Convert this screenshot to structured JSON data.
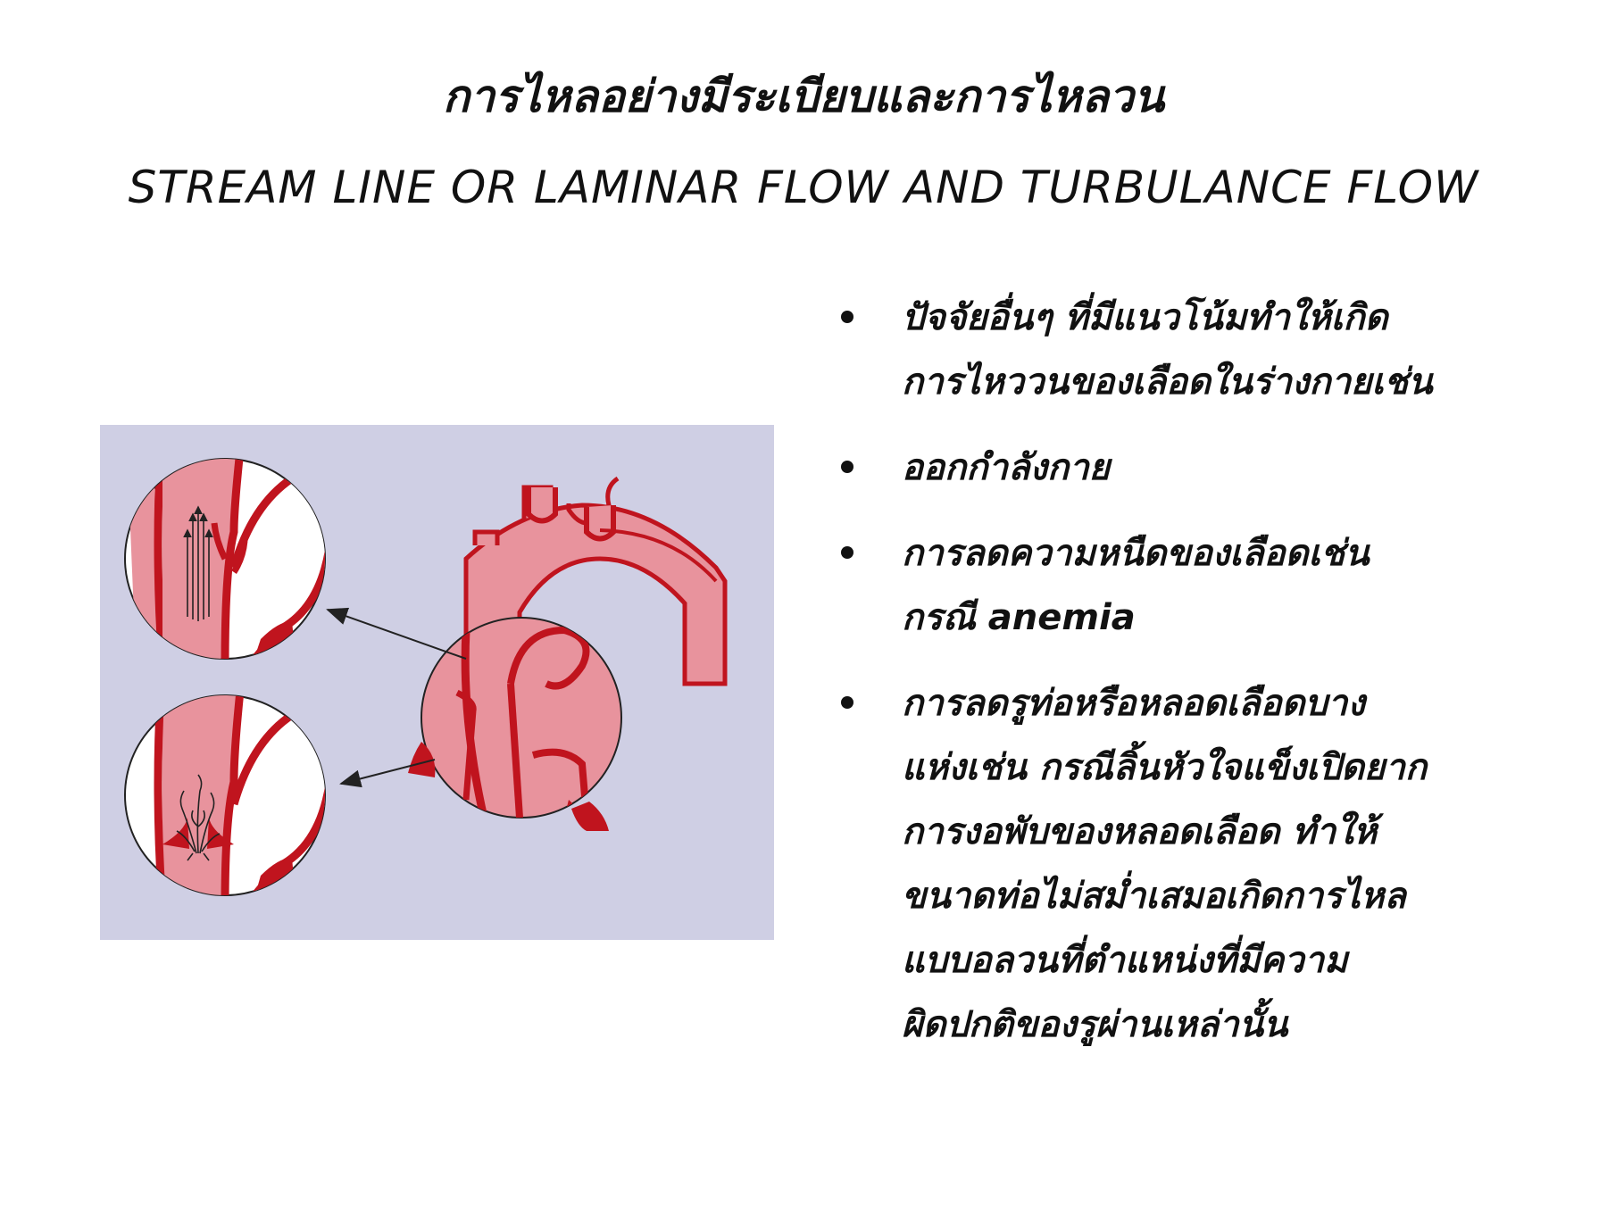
{
  "slide": {
    "title_thai": "การไหลอย่างมีระเบียบและการไหลวน",
    "title_english": "STREAM LINE OR LAMINAR FLOW AND TURBULANCE FLOW"
  },
  "bullets": [
    {
      "text": "ปัจจัยอื่นๆ ที่มีแนวโน้มทำให้เกิด\nการไหววนของเลือดในร่างกายเช่น"
    },
    {
      "text": "ออกกำลังกาย"
    },
    {
      "text": "การลดความหนืดของเลือดเช่น\nกรณี anemia"
    },
    {
      "text": "การลดรูท่อหรือหลอดเลือดบาง\nแห่งเช่น กรณีลิ้นหัวใจแข็งเปิดยาก\nการงอพับของหลอดเลือด ทำให้\nขนาดท่อไม่สม่ำเสมอเกิดการไหล\nแบบอลวนที่ตำแหน่งที่มีความ\nผิดปกติของรูผ่านเหล่านั้น"
    }
  ],
  "figure": {
    "colors": {
      "background": "#cfcfe4",
      "vessel_fill": "#e8939d",
      "vessel_wall": "#c0141e",
      "lumen": "#ffffff"
    },
    "icons": [
      "laminar-flow-arrows-icon",
      "turbulent-flow-icon",
      "pointer-arrow-icon"
    ]
  }
}
